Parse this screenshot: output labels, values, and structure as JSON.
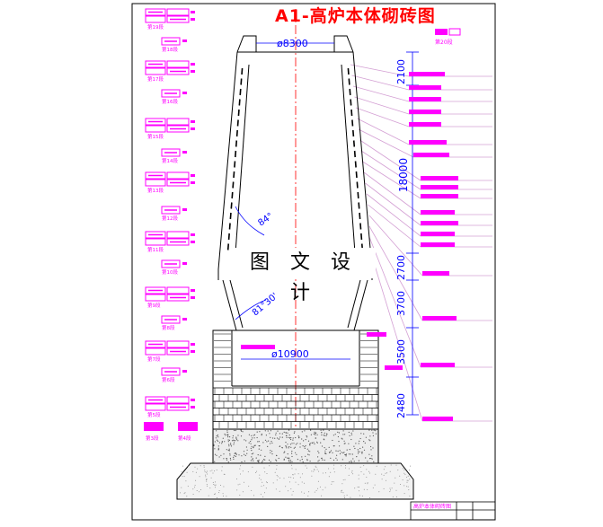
{
  "title": "A1-高炉本体砌砖图",
  "watermark": "图 文 设 计",
  "diameters": {
    "top": "ø8300",
    "bottom": "ø10900"
  },
  "dimensions": [
    "2100",
    "18000",
    "2700",
    "3700",
    "3500",
    "2480"
  ],
  "angles": [
    "84°",
    "81°30'"
  ],
  "layers_left": [
    "第19段",
    "第18段",
    "第17段",
    "第16段",
    "第15段",
    "第14段",
    "第13段",
    "第12段",
    "第11段",
    "第10段",
    "第9段",
    "第8段",
    "第7段",
    "第6段",
    "第5段",
    "第3段",
    "第4段"
  ],
  "layer_right": "第20段",
  "title_block": {
    "name": "高炉本体砌砖图"
  },
  "colors": {
    "magenta": "#ff00ff",
    "red": "#ff0000",
    "blue": "#0000ff",
    "black": "#000000"
  }
}
